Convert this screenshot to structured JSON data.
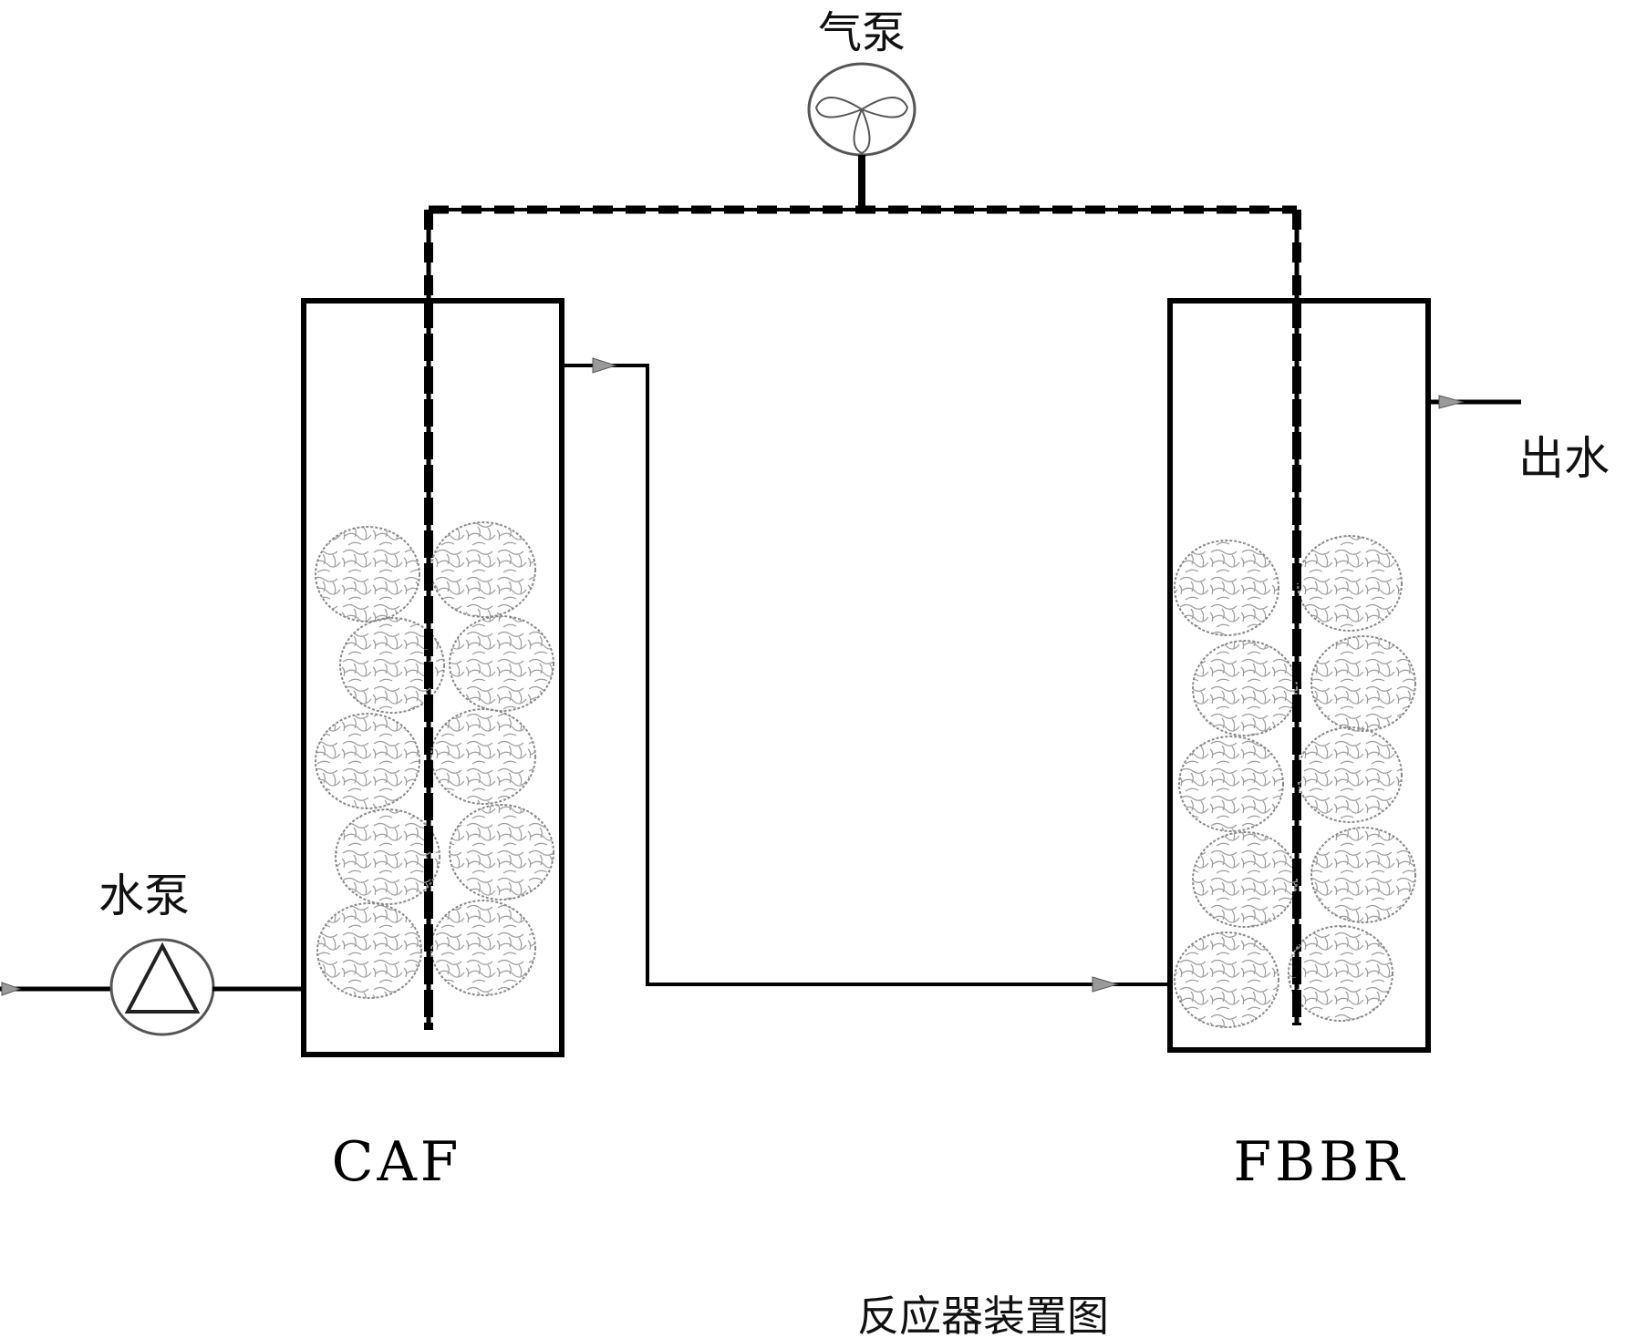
{
  "labels": {
    "air_pump": "气泵",
    "water_pump": "水泵",
    "outlet": "出水",
    "reactor_left": "CAF",
    "reactor_right": "FBBR",
    "caption": "反应器装置图"
  },
  "icons": {
    "air_pump": "air-pump-icon",
    "water_pump": "water-pump-icon",
    "flow_arrow": "flow-arrow-icon"
  },
  "colors": {
    "line": "#000000",
    "media": "#8a8a8a",
    "arrow": "#9a9a9a"
  }
}
